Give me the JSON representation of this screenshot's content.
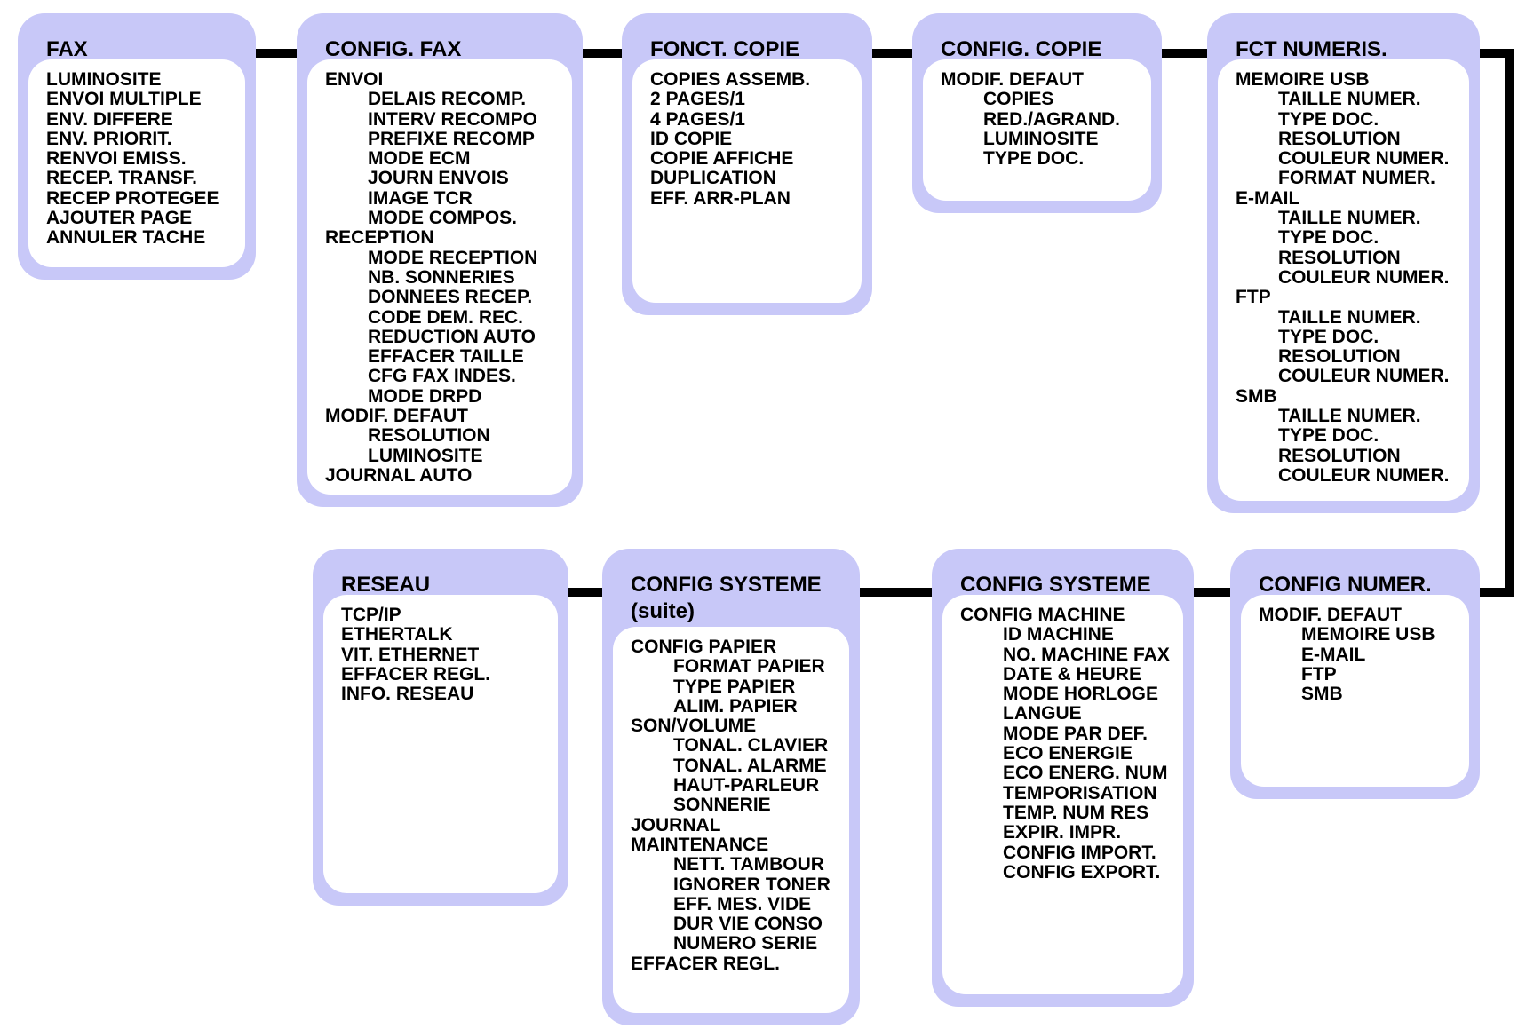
{
  "boxes": [
    {
      "id": "fax",
      "title": "FAX",
      "items": [
        {
          "text": "LUMINOSITE",
          "level": 0
        },
        {
          "text": "ENVOI MULTIPLE",
          "level": 0
        },
        {
          "text": "ENV. DIFFERE",
          "level": 0
        },
        {
          "text": "ENV. PRIORIT.",
          "level": 0
        },
        {
          "text": "RENVOI EMISS.",
          "level": 0
        },
        {
          "text": "RECEP. TRANSF.",
          "level": 0
        },
        {
          "text": "RECEP PROTEGEE",
          "level": 0
        },
        {
          "text": "AJOUTER PAGE",
          "level": 0
        },
        {
          "text": "ANNULER TACHE",
          "level": 0
        }
      ]
    },
    {
      "id": "config-fax",
      "title": "CONFIG. FAX",
      "items": [
        {
          "text": "ENVOI",
          "level": 0
        },
        {
          "text": "DELAIS RECOMP.",
          "level": 1
        },
        {
          "text": "INTERV RECOMPO",
          "level": 1
        },
        {
          "text": "PREFIXE RECOMP",
          "level": 1
        },
        {
          "text": "MODE ECM",
          "level": 1
        },
        {
          "text": "JOURN ENVOIS",
          "level": 1
        },
        {
          "text": "IMAGE TCR",
          "level": 1
        },
        {
          "text": "MODE COMPOS.",
          "level": 1
        },
        {
          "text": "RECEPTION",
          "level": 0
        },
        {
          "text": "MODE RECEPTION",
          "level": 1
        },
        {
          "text": "NB. SONNERIES",
          "level": 1
        },
        {
          "text": "DONNEES RECEP.",
          "level": 1
        },
        {
          "text": "CODE DEM. REC.",
          "level": 1
        },
        {
          "text": "REDUCTION AUTO",
          "level": 1
        },
        {
          "text": "EFFACER TAILLE",
          "level": 1
        },
        {
          "text": "CFG FAX INDES.",
          "level": 1
        },
        {
          "text": "MODE DRPD",
          "level": 1
        },
        {
          "text": "MODIF. DEFAUT",
          "level": 0
        },
        {
          "text": "RESOLUTION",
          "level": 1
        },
        {
          "text": "LUMINOSITE",
          "level": 1
        },
        {
          "text": "JOURNAL AUTO",
          "level": 0
        }
      ]
    },
    {
      "id": "fonct-copie",
      "title": "FONCT. COPIE",
      "items": [
        {
          "text": "COPIES ASSEMB.",
          "level": 0
        },
        {
          "text": "2 PAGES/1",
          "level": 0
        },
        {
          "text": "4 PAGES/1",
          "level": 0
        },
        {
          "text": "ID COPIE",
          "level": 0
        },
        {
          "text": "COPIE AFFICHE",
          "level": 0
        },
        {
          "text": "DUPLICATION",
          "level": 0
        },
        {
          "text": "EFF. ARR-PLAN",
          "level": 0
        }
      ]
    },
    {
      "id": "config-copie",
      "title": "CONFIG. COPIE",
      "items": [
        {
          "text": "MODIF. DEFAUT",
          "level": 0
        },
        {
          "text": "COPIES",
          "level": 1
        },
        {
          "text": "RED./AGRAND.",
          "level": 1
        },
        {
          "text": "LUMINOSITE",
          "level": 1
        },
        {
          "text": "TYPE DOC.",
          "level": 1
        }
      ]
    },
    {
      "id": "fct-numeris",
      "title": "FCT NUMERIS.",
      "items": [
        {
          "text": "MEMOIRE USB",
          "level": 0
        },
        {
          "text": "TAILLE NUMER.",
          "level": 1
        },
        {
          "text": "TYPE DOC.",
          "level": 1
        },
        {
          "text": "RESOLUTION",
          "level": 1
        },
        {
          "text": "COULEUR NUMER.",
          "level": 1
        },
        {
          "text": "FORMAT NUMER.",
          "level": 1
        },
        {
          "text": "E-MAIL",
          "level": 0
        },
        {
          "text": "TAILLE NUMER.",
          "level": 1
        },
        {
          "text": "TYPE DOC.",
          "level": 1
        },
        {
          "text": "RESOLUTION",
          "level": 1
        },
        {
          "text": "COULEUR NUMER.",
          "level": 1
        },
        {
          "text": "FTP",
          "level": 0
        },
        {
          "text": "TAILLE NUMER.",
          "level": 1
        },
        {
          "text": "TYPE DOC.",
          "level": 1
        },
        {
          "text": "RESOLUTION",
          "level": 1
        },
        {
          "text": "COULEUR NUMER.",
          "level": 1
        },
        {
          "text": "SMB",
          "level": 0
        },
        {
          "text": "TAILLE NUMER.",
          "level": 1
        },
        {
          "text": "TYPE DOC.",
          "level": 1
        },
        {
          "text": "RESOLUTION",
          "level": 1
        },
        {
          "text": "COULEUR NUMER.",
          "level": 1
        }
      ]
    },
    {
      "id": "reseau",
      "title": "RESEAU",
      "items": [
        {
          "text": "TCP/IP",
          "level": 0
        },
        {
          "text": "ETHERTALK",
          "level": 0
        },
        {
          "text": "VIT. ETHERNET",
          "level": 0
        },
        {
          "text": "EFFACER REGL.",
          "level": 0
        },
        {
          "text": "INFO. RESEAU",
          "level": 0
        }
      ]
    },
    {
      "id": "config-systeme-suite",
      "title": "CONFIG SYSTEME",
      "subtitle": "(suite)",
      "items": [
        {
          "text": "CONFIG PAPIER",
          "level": 0
        },
        {
          "text": "FORMAT PAPIER",
          "level": 1
        },
        {
          "text": "TYPE PAPIER",
          "level": 1
        },
        {
          "text": "ALIM. PAPIER",
          "level": 1
        },
        {
          "text": "SON/VOLUME",
          "level": 0
        },
        {
          "text": "TONAL. CLAVIER",
          "level": 1
        },
        {
          "text": "TONAL. ALARME",
          "level": 1
        },
        {
          "text": "HAUT-PARLEUR",
          "level": 1
        },
        {
          "text": "SONNERIE",
          "level": 1
        },
        {
          "text": "JOURNAL",
          "level": 0
        },
        {
          "text": "MAINTENANCE",
          "level": 0
        },
        {
          "text": "NETT. TAMBOUR",
          "level": 1
        },
        {
          "text": "IGNORER TONER",
          "level": 1
        },
        {
          "text": "EFF. MES. VIDE",
          "level": 1
        },
        {
          "text": "DUR VIE CONSO",
          "level": 1
        },
        {
          "text": "NUMERO SERIE",
          "level": 1
        },
        {
          "text": "EFFACER REGL.",
          "level": 0
        }
      ]
    },
    {
      "id": "config-systeme",
      "title": "CONFIG SYSTEME",
      "items": [
        {
          "text": "CONFIG MACHINE",
          "level": 0
        },
        {
          "text": "ID MACHINE",
          "level": 1
        },
        {
          "text": "NO. MACHINE FAX",
          "level": 1
        },
        {
          "text": "DATE & HEURE",
          "level": 1
        },
        {
          "text": "MODE HORLOGE",
          "level": 1
        },
        {
          "text": "LANGUE",
          "level": 1
        },
        {
          "text": "MODE PAR DEF.",
          "level": 1
        },
        {
          "text": "ECO ENERGIE",
          "level": 1
        },
        {
          "text": "ECO ENERG. NUM",
          "level": 1
        },
        {
          "text": "TEMPORISATION",
          "level": 1
        },
        {
          "text": "TEMP. NUM RES",
          "level": 1
        },
        {
          "text": "EXPIR. IMPR.",
          "level": 1
        },
        {
          "text": "CONFIG IMPORT.",
          "level": 1
        },
        {
          "text": "CONFIG EXPORT.",
          "level": 1
        }
      ]
    },
    {
      "id": "config-numer",
      "title": "CONFIG NUMER.",
      "items": [
        {
          "text": "MODIF. DEFAUT",
          "level": 0
        },
        {
          "text": "MEMOIRE USB",
          "level": 1
        },
        {
          "text": "E-MAIL",
          "level": 1
        },
        {
          "text": "FTP",
          "level": 1
        },
        {
          "text": "SMB",
          "level": 1
        }
      ]
    }
  ],
  "colors": {
    "box_fill": "#c8c8f8",
    "inner_fill": "#ffffff",
    "connector": "#000000"
  }
}
